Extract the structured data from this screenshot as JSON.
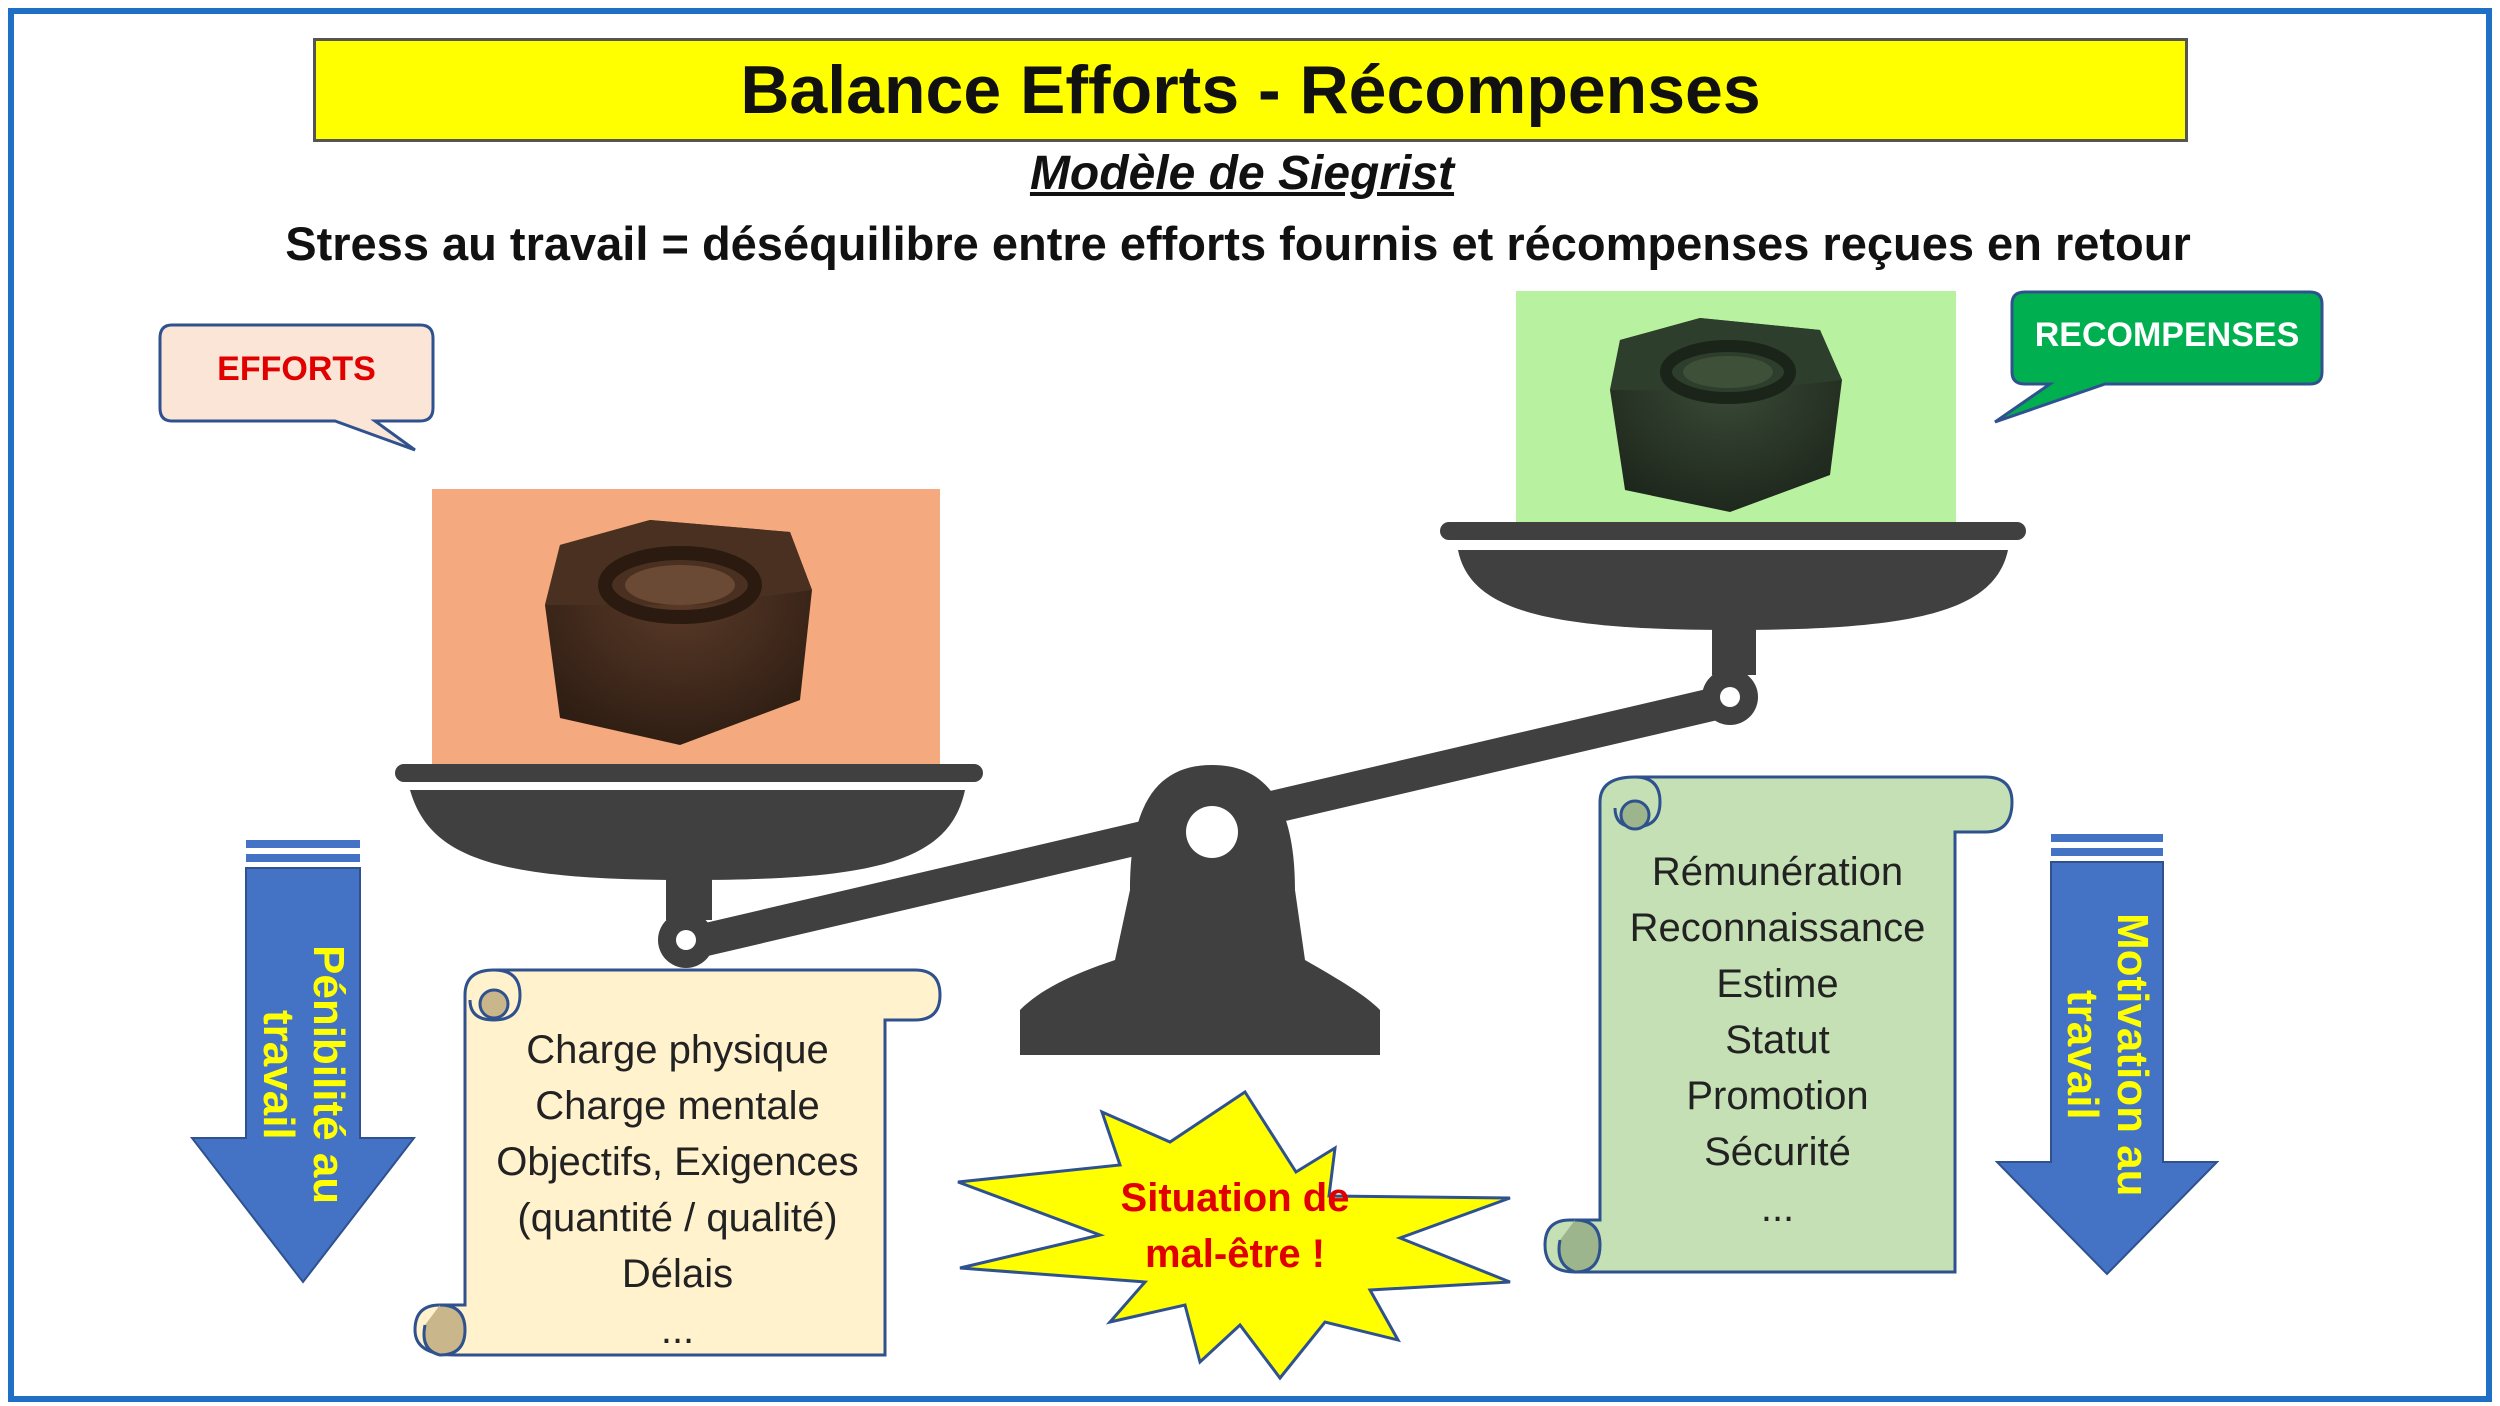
{
  "title": "Balance Efforts - Récompenses",
  "subtitle": "Modèle de Siegrist",
  "tagline": "Stress au travail = déséquilibre entre efforts fournis et récompenses reçues en retour",
  "left_bubble": {
    "label": "EFFORTS",
    "text_color": "#e00000",
    "fill": "#fbe5d6"
  },
  "right_bubble": {
    "label": "RECOMPENSES",
    "text_color": "#ffffff",
    "fill": "#00b050"
  },
  "left_arrow": {
    "label": "Pénibilité au travail",
    "color": "#4472c4"
  },
  "right_arrow": {
    "label": "Motivation au travail",
    "color": "#4472c4"
  },
  "efforts_list": [
    "Charge physique",
    "Charge mentale",
    "Objectifs, Exigences",
    "(quantité / qualité)",
    "Délais",
    "..."
  ],
  "rewards_list": [
    "Rémunération",
    "Reconnaissance",
    "Estime",
    "Statut",
    "Promotion",
    "Sécurité",
    "..."
  ],
  "alert": {
    "line1": "Situation de",
    "line2": "mal-être !",
    "fill": "#ffff00",
    "text_color": "#e00000"
  },
  "colors": {
    "frame": "#1f6fc6",
    "scale": "#404040",
    "left_weight_bg": "#f4a97e",
    "right_weight_bg": "#b8f2a0",
    "scroll_left": "#fff2cc",
    "scroll_right": "#c5e0b4"
  }
}
